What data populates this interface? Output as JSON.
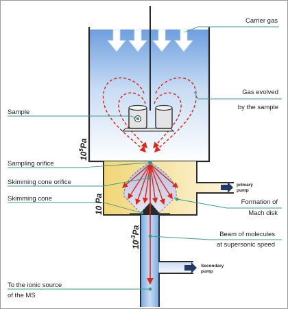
{
  "labels": {
    "carrier_gas": "Carrier gas",
    "gas_evolved_line1": "Gas evolved",
    "gas_evolved_line2": "by the sample",
    "sample": "Sample",
    "sampling_orifice": "Sampling orifice",
    "skimming_cone_orifice": "Skimming cone orifice",
    "skimming_cone": "Skimming cone",
    "formation_line1": "Formation of",
    "formation_line2": "Mach disk",
    "beam_line1": "Beam of molecules",
    "beam_line2": "at supersonic speed",
    "ionic_line1": "To the ionic source",
    "ionic_line2": "of the MS",
    "primary_pump_line1": "primary",
    "primary_pump_line2": "pump",
    "secondary_pump_line1": "Secondary",
    "secondary_pump_line2": "pump"
  },
  "pressures": {
    "chamber_base": "10",
    "chamber_exp": "5",
    "chamber_unit": "Pa",
    "middle": "10 Pa",
    "tube_base": "10",
    "tube_exp": "-3",
    "tube_unit": "Pa"
  },
  "colors": {
    "carrier_blue": "#7aa8e0",
    "wall": "#2a2a2a",
    "chamber_yellow": "#f3dc86",
    "flow_red": "#d62a1c",
    "pump_arrow": "#1f3a6b",
    "leader_teal": "#3a9a88"
  }
}
